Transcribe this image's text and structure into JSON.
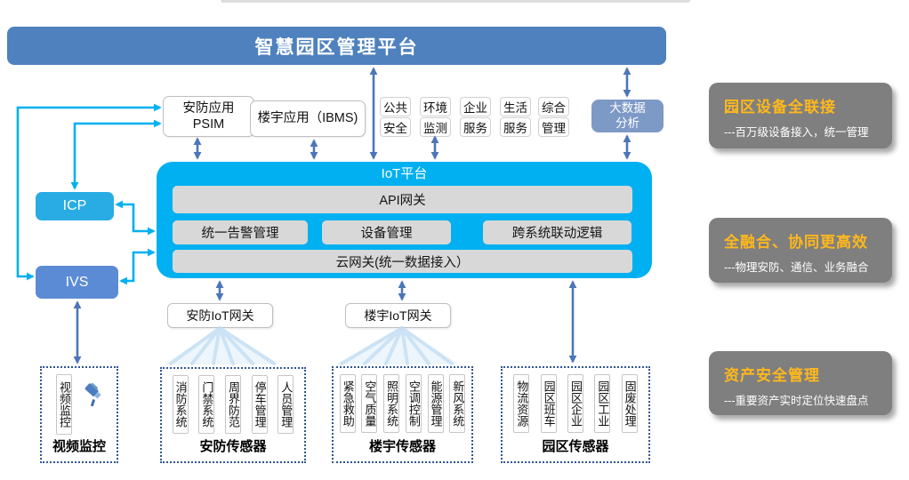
{
  "banner": {
    "title": "智慧园区管理平台"
  },
  "apps": {
    "psim": {
      "line1": "安防应用",
      "line2": "PSIM"
    },
    "ibms": {
      "label": "楼宇应用（IBMS)"
    },
    "services": [
      [
        "公共",
        "安全"
      ],
      [
        "环境",
        "监测"
      ],
      [
        "企业",
        "服务"
      ],
      [
        "生活",
        "服务"
      ],
      [
        "综合",
        "管理"
      ]
    ],
    "bigdata": {
      "line1": "大数据",
      "line2": "分析"
    }
  },
  "left": {
    "icp": "ICP",
    "ivs": "IVS"
  },
  "iot": {
    "title": "IoT平台",
    "api": "API网关",
    "alarm": "统一告警管理",
    "device": "设备管理",
    "linkage": "跨系统联动逻辑",
    "cloud": "云网关(统一数据接入）"
  },
  "gateways": {
    "security": "安防IoT网关",
    "building": "楼宇IoT网关"
  },
  "sensors": {
    "video": {
      "column": "视频监控",
      "label": "视频监控",
      "icon": "camera-icon"
    },
    "security": {
      "columns": [
        "消防系统",
        "门禁系统",
        "周界防范",
        "停车管理",
        "人员管理"
      ],
      "label": "安防传感器"
    },
    "building": {
      "columns": [
        "紧急救助",
        "空气质量",
        "照明系统",
        "空调控制",
        "能源管理",
        "新风系统"
      ],
      "label": "楼宇传感器"
    },
    "park": {
      "columns": [
        "物流资源",
        "园区班车",
        "园区企业",
        "园区工业",
        "固废处理"
      ],
      "label": "园区传感器"
    }
  },
  "panels": [
    {
      "title": "园区设备全联接",
      "subtitle": "---百万级设备接入，统一管理"
    },
    {
      "title": "全融合、协同更高效",
      "subtitle": "---物理安防、通信、业务融合"
    },
    {
      "title": "资产安全管理",
      "subtitle": "---重要资产实时定位快速盘点"
    }
  ],
  "colors": {
    "banner_blue": "#4e81bd",
    "iot_cyan": "#00b0f0",
    "icp_cyan": "#29ace3",
    "ivs_blue": "#5b8bd5",
    "bigdata_blue": "#7d99c6",
    "steel_arrow": "#4d76b8",
    "cyan_arrow": "#00b0f0",
    "bar_gray": "#d8d8d8",
    "panel_gray": "#7f7f7f",
    "panel_orange": "#ffb81c",
    "dotted_border": "#2f5597"
  }
}
